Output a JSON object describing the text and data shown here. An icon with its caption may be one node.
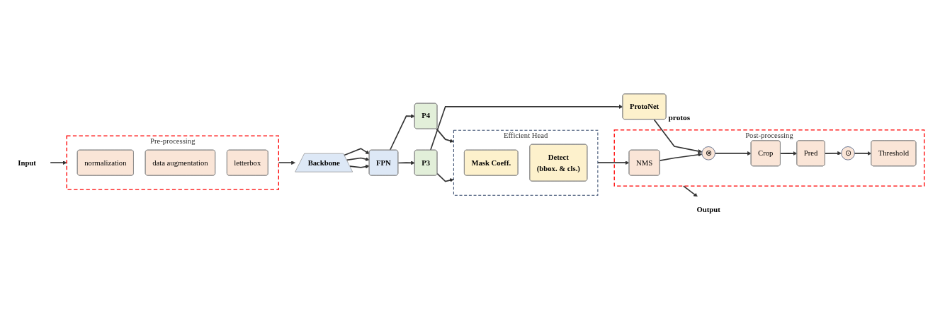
{
  "diagram": {
    "nodes": [
      {
        "text": [
          "Pre-processing"
        ]
      },
      {
        "text": [
          "normalization"
        ],
        "in": 0
      },
      {
        "text": [
          "data augmentation"
        ],
        "in": 0
      },
      {
        "text": [
          "letterbox"
        ],
        "in": 0
      },
      {
        "text": [
          "Input"
        ]
      },
      {
        "text": [
          "Backbone"
        ]
      },
      {
        "text": [
          "FPN"
        ]
      },
      {
        "text": [
          "P4"
        ]
      },
      {
        "text": [
          "P3"
        ]
      },
      {
        "text": [
          "Efficient  Head"
        ]
      },
      {
        "text": [
          "Mask Coeff."
        ],
        "in": 9
      },
      {
        "text": [
          "Detect",
          "(bbox. & cls.)"
        ],
        "in": 9
      },
      {
        "text": [
          "ProtoNet"
        ],
        "beside": [
          "protos"
        ]
      },
      {
        "text": [
          "Post-processing"
        ]
      },
      {
        "text": [
          "NMS"
        ],
        "in": 13
      },
      {
        "text": [
          "⊗"
        ],
        "in": 13
      },
      {
        "text": [
          "Crop"
        ],
        "in": 13
      },
      {
        "text": [
          "Pred"
        ],
        "in": 13
      },
      {
        "text": [
          "⊙"
        ],
        "in": 13
      },
      {
        "text": [
          "Threshold"
        ],
        "in": 13
      },
      {
        "text": [
          "Output"
        ]
      }
    ],
    "edges": [
      {
        "from": 4,
        "to": 0,
        "arrow": "to"
      },
      {
        "from": 0,
        "to": 5,
        "arrow": "to"
      },
      {
        "from": 5,
        "to": 6,
        "arrow": "to"
      },
      {
        "from": 5,
        "to": 6,
        "arrow": "to"
      },
      {
        "from": 5,
        "to": 6,
        "arrow": "to"
      },
      {
        "from": 6,
        "to": 7,
        "arrow": "to"
      },
      {
        "from": 6,
        "to": 8,
        "arrow": "to"
      },
      {
        "from": 7,
        "to": 9,
        "arrow": "to"
      },
      {
        "from": 8,
        "to": 9,
        "arrow": "to"
      },
      {
        "from": 9,
        "to": 14,
        "arrow": "to"
      },
      {
        "from": 8,
        "to": 12,
        "arrow": "to"
      },
      {
        "from": 12,
        "to": 15,
        "arrow": "to"
      },
      {
        "from": 14,
        "to": 15,
        "arrow": "to"
      },
      {
        "from": 15,
        "to": 16,
        "arrow": "to"
      },
      {
        "from": 16,
        "to": 17,
        "arrow": "to"
      },
      {
        "from": 17,
        "to": 18,
        "arrow": "to"
      },
      {
        "from": 18,
        "to": 19,
        "arrow": "to"
      },
      {
        "from": 13,
        "to": 20,
        "arrow": "to"
      }
    ]
  }
}
